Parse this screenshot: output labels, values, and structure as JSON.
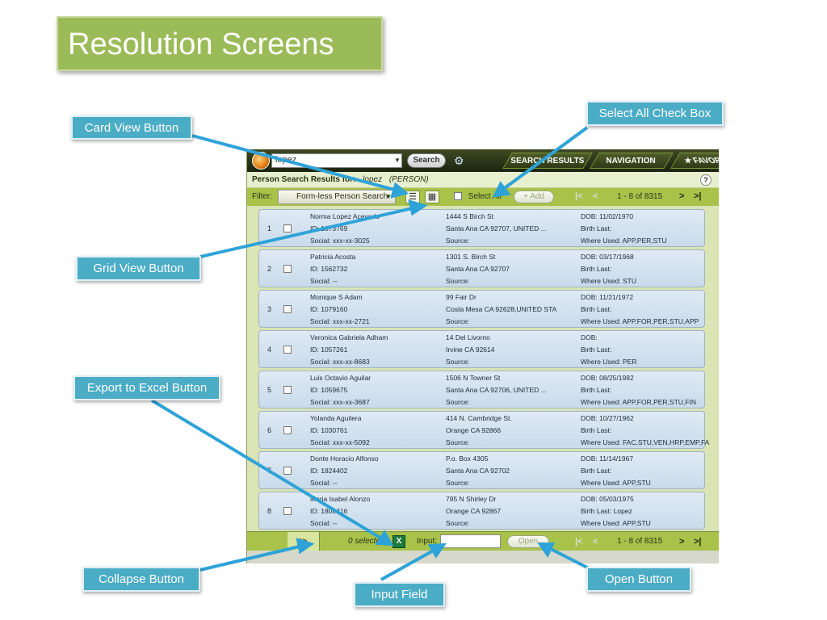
{
  "slide": {
    "title": "Resolution Screens"
  },
  "callouts": {
    "card_view": "Card View Button",
    "grid_view": "Grid View Button",
    "export_excel": "Export to Excel Button",
    "collapse": "Collapse Button",
    "input_field": "Input Field",
    "select_all": "Select All Check Box",
    "open": "Open Button"
  },
  "app": {
    "search": {
      "value": "lopez",
      "button": "Search"
    },
    "nav_tabs": [
      "SEARCH RESULTS",
      "NAVIGATION",
      "FAVOR"
    ],
    "results_header": {
      "title": "Person Search Results for:",
      "query": "lopez",
      "type": "(PERSON)"
    },
    "help": "?",
    "toolbar": {
      "filter_label": "Filter:",
      "filter_value": "Form-less Person Search",
      "select_all": "Select All",
      "add_button": "+ Add",
      "page_info": "1 - 8 of 8315"
    },
    "records": [
      {
        "n": "1",
        "name": "Norma Lopez Acevedo",
        "id": "ID: 1073769",
        "social": "Social: xxx-xx-3025",
        "addr1": "1444 S Birch St",
        "addr2": "Santa Ana CA 92707, UNITED ...",
        "source": "Source:",
        "dob": "DOB: 11/02/1970",
        "birth_last": "Birth Last:",
        "where": "Where Used: APP,PER,STU"
      },
      {
        "n": "2",
        "name": "Patricia Acosta",
        "id": "ID: 1562732",
        "social": "Social: --",
        "addr1": "1301 S. Birch St",
        "addr2": "Santa Ana CA 92707",
        "source": "Source:",
        "dob": "DOB: 03/17/1968",
        "birth_last": "Birth Last:",
        "where": "Where Used: STU"
      },
      {
        "n": "3",
        "name": "Monique S Adam",
        "id": "ID: 1079160",
        "social": "Social: xxx-xx-2721",
        "addr1": "99 Fair Dr",
        "addr2": "Costa Mesa CA 92628,UNITED STA",
        "source": "Source:",
        "dob": "DOB: 11/21/1972",
        "birth_last": "Birth Last:",
        "where": "Where Used: APP,FOR,PER,STU,APP"
      },
      {
        "n": "4",
        "name": "Veronica Gabriela Adham",
        "id": "ID: 1057261",
        "social": "Social: xxx-xx-8683",
        "addr1": "14 Del Livorno",
        "addr2": "Irvine CA 92614",
        "source": "Source:",
        "dob": "DOB:",
        "birth_last": "Birth Last:",
        "where": "Where Used: PER"
      },
      {
        "n": "5",
        "name": "Luis Octavio Aguilar",
        "id": "ID: 1059675",
        "social": "Social: xxx-xx-3687",
        "addr1": "1506 N Towner St",
        "addr2": "Santa Ana CA 92706, UNITED ...",
        "source": "Source:",
        "dob": "DOB: 08/25/1982",
        "birth_last": "Birth Last:",
        "where": "Where Used: APP,FOR,PER,STU,FIN"
      },
      {
        "n": "6",
        "name": "Yolanda Aguilera",
        "id": "ID: 1030761",
        "social": "Social: xxx-xx-5092",
        "addr1": "414 N. Cambridge St.",
        "addr2": "Orange CA 92866",
        "source": "Source:",
        "dob": "DOB: 10/27/1962",
        "birth_last": "Birth Last:",
        "where": "Where Used: FAC,STU,VEN,HRP,EMP,FA"
      },
      {
        "n": "7",
        "name": "Donte Horacio Alfonso",
        "id": "ID: 1824402",
        "social": "Social: --",
        "addr1": "P.o. Box 4305",
        "addr2": "Santa Ana CA 92702",
        "source": "Source:",
        "dob": "DOB: 11/14/1967",
        "birth_last": "Birth Last:",
        "where": "Where Used: APP,STU"
      },
      {
        "n": "8",
        "name": "Maria Isabel Alonzo",
        "id": "ID: 1808416",
        "social": "Social: --",
        "addr1": "795 N Shirley Dr",
        "addr2": "Orange CA 92867",
        "source": "Source:",
        "dob": "DOB: 05/03/1975",
        "birth_last": "Birth Last: Lopez",
        "where": "Where Used: APP,STU"
      }
    ],
    "bottombar": {
      "selected": "0 selected",
      "input_label": "Input:",
      "input_value": "",
      "open_button": "Open",
      "page_info": "1 - 8 of 8315"
    }
  },
  "colors": {
    "title_bg": "#9bbb59",
    "callout_bg": "#4bacc6",
    "toolbar": "#a8c24a",
    "card": "#d3e2ee",
    "arrow": "#2ea3d8"
  }
}
